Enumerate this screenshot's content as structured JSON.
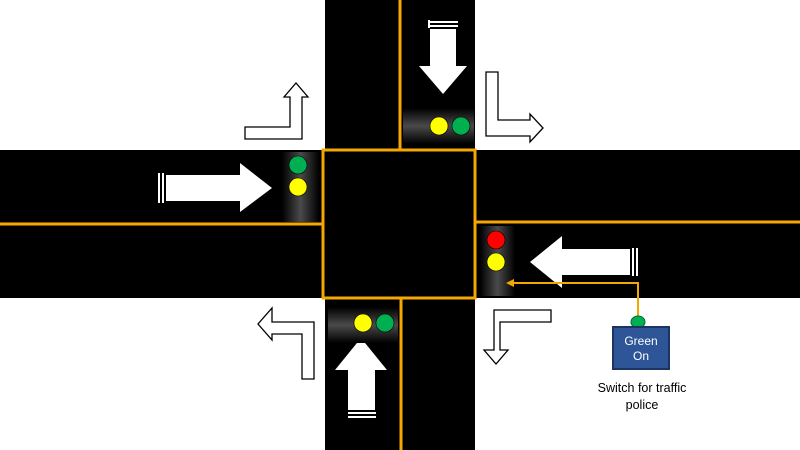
{
  "switch": {
    "state_line1": "Green",
    "state_line2": "On",
    "caption": "Switch for traffic police"
  },
  "signals": {
    "north": [
      "yellow",
      "green"
    ],
    "west": [
      "green",
      "yellow"
    ],
    "east": [
      "red",
      "yellow"
    ],
    "south": [
      "yellow",
      "green"
    ]
  },
  "colors": {
    "road": "#000000",
    "lane_marking": "#f5a800",
    "red": "#ff0000",
    "yellow": "#ffff00",
    "green": "#00b050",
    "switch_fill": "#2e5597",
    "switch_indicator": "#00b050",
    "wire": "#f5a800"
  }
}
